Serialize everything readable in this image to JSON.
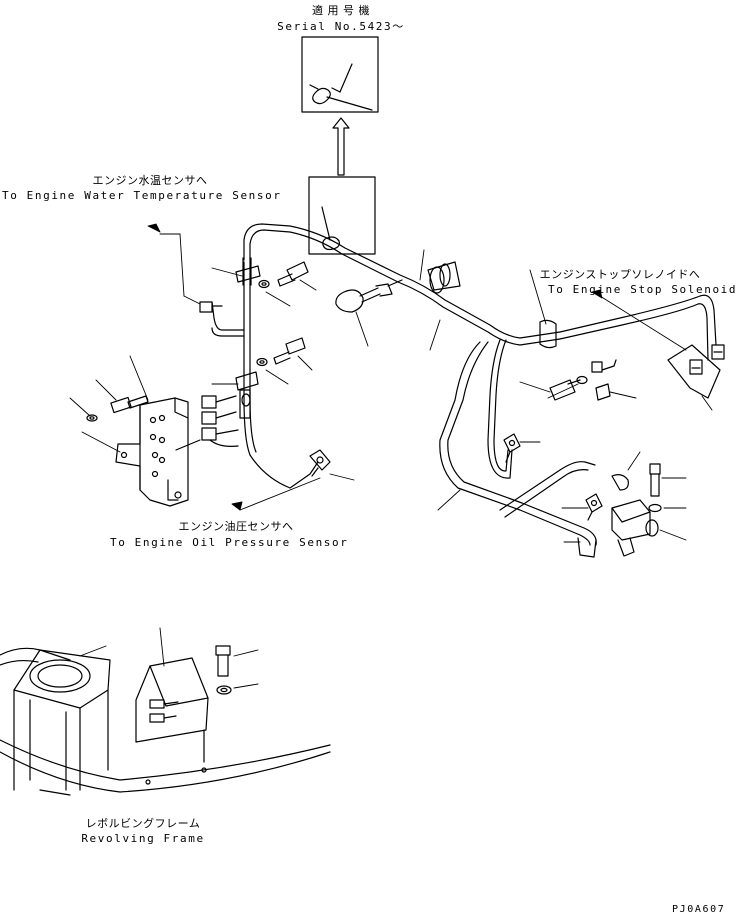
{
  "serial": {
    "jp": "適 用 号 機",
    "en": "Serial No.5423～"
  },
  "labels": {
    "water_temp_jp": "エンジン水温センサへ",
    "water_temp_en": "To Engine Water Temperature Sensor",
    "oil_pressure_jp": "エンジン油圧センサへ",
    "oil_pressure_en": "To Engine Oil Pressure Sensor",
    "stop_solenoid_jp": "エンジンストップソレノイドへ",
    "stop_solenoid_en": "To Engine Stop Solenoid",
    "frame_jp": "レボルビングフレーム",
    "frame_en": "Revolving Frame"
  },
  "drawing_code": "PJ0A607"
}
